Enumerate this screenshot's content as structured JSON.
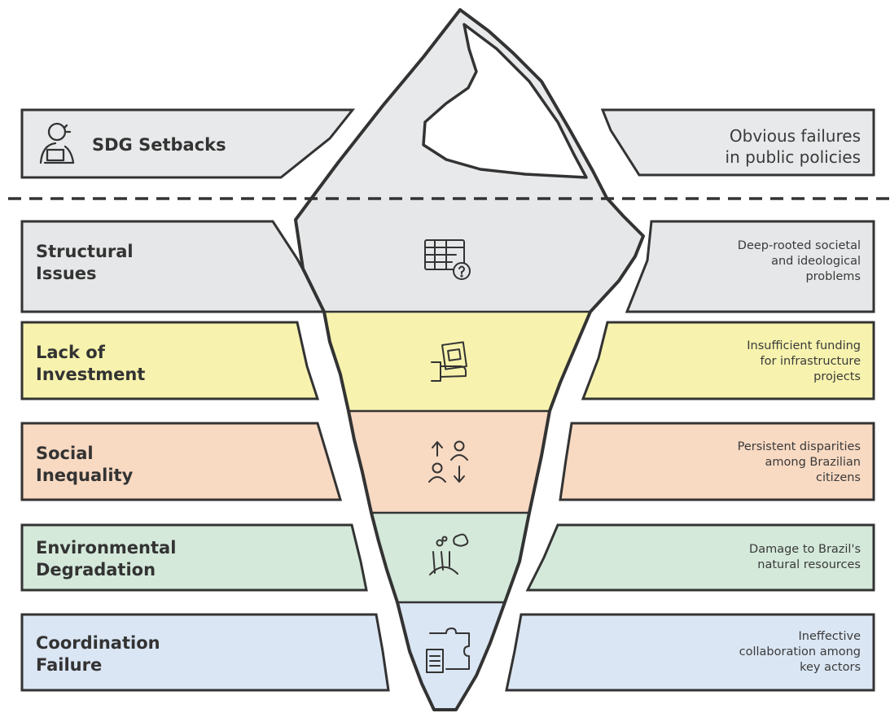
{
  "colors": {
    "tip": "#e8e9ea",
    "structural": "#e6e7e8",
    "investment": "#f7f3ae",
    "inequality": "#f8d9c2",
    "environment": "#d4e9da",
    "coordination": "#dbe6f4",
    "outline": "#333333"
  },
  "top_layer": {
    "label": "SDG Setbacks",
    "icon": "person-on-laptop-icon",
    "description_lines": [
      "Obvious failures",
      "in public policies"
    ]
  },
  "layers": [
    {
      "key": "structural",
      "label_lines": [
        "Structural",
        "Issues"
      ],
      "icon": "table-question-icon",
      "description_lines": [
        "Deep-rooted societal",
        "and ideological",
        "problems"
      ]
    },
    {
      "key": "investment",
      "label_lines": [
        "Lack of",
        "Investment"
      ],
      "icon": "hand-holding-money-icon",
      "description_lines": [
        "Insufficient funding",
        "for infrastructure",
        "projects"
      ]
    },
    {
      "key": "inequality",
      "label_lines": [
        "Social",
        "Inequality"
      ],
      "icon": "people-up-down-icon",
      "description_lines": [
        "Persistent disparities",
        "among Brazilian",
        "citizens"
      ]
    },
    {
      "key": "environment",
      "label_lines": [
        "Environmental",
        "Degradation"
      ],
      "icon": "factory-smoke-icon",
      "description_lines": [
        "Damage to Brazil's",
        "natural resources"
      ]
    },
    {
      "key": "coordination",
      "label_lines": [
        "Coordination",
        "Failure"
      ],
      "icon": "puzzle-document-icon",
      "description_lines": [
        "Ineffective",
        "collaboration among",
        "key actors"
      ]
    }
  ]
}
